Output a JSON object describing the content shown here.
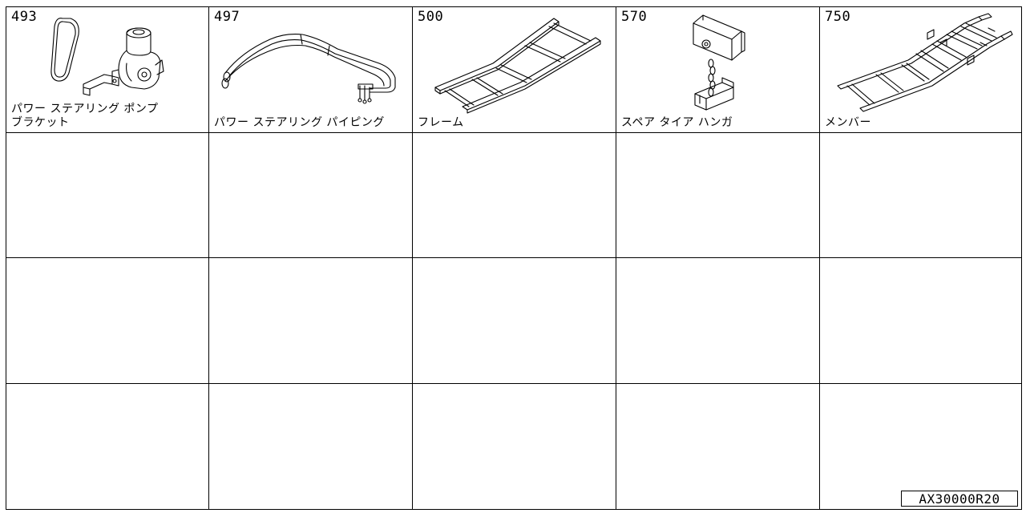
{
  "catalog": {
    "items": [
      {
        "number": "493",
        "label": "パワー ステアリング ポンプ\nブラケット",
        "illustration": "power-steering-pump"
      },
      {
        "number": "497",
        "label": "パワー ステアリング パイピング",
        "illustration": "power-steering-piping"
      },
      {
        "number": "500",
        "label": "フレーム",
        "illustration": "frame"
      },
      {
        "number": "570",
        "label": "スペア タイア ハンガ",
        "illustration": "spare-tire-hanger"
      },
      {
        "number": "750",
        "label": "メンバー",
        "illustration": "member"
      }
    ],
    "empty_rows": 3
  },
  "footer": {
    "code": "AX30000R20"
  }
}
